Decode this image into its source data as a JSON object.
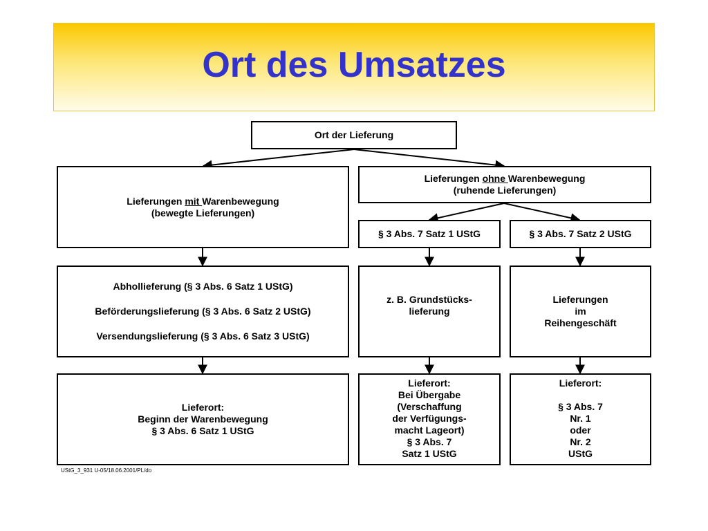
{
  "header": {
    "title": "Ort des Umsatzes"
  },
  "diagram": {
    "root": {
      "label": "Ort der Lieferung"
    },
    "left_branch": {
      "label_pre": "Lieferungen ",
      "label_emph": "mit ",
      "label_post": "Warenbewegung",
      "label_line2": "(bewegte Lieferungen)",
      "types": [
        "Abhollieferung (§ 3 Abs. 6 Satz 1 UStG)",
        "Beförderungslieferung (§ 3 Abs. 6 Satz 2 UStG)",
        "Versendungslieferung (§ 3 Abs. 6 Satz 3 UStG)"
      ],
      "lieferort": [
        "Lieferort:",
        "Beginn der Warenbewegung",
        "§ 3 Abs. 6 Satz 1 UStG"
      ]
    },
    "right_branch": {
      "label_pre": "Lieferungen ",
      "label_emph": "ohne ",
      "label_post": "Warenbewegung",
      "label_line2": "(ruhende Lieferungen)",
      "sub1": {
        "label": "§ 3 Abs. 7 Satz 1 UStG",
        "example": [
          "z. B. Grundstücks-",
          "lieferung"
        ],
        "lieferort": [
          "Lieferort:",
          "Bei Übergabe",
          "(Verschaffung",
          "der Verfügungs-",
          "macht Lageort)",
          "§ 3 Abs. 7",
          "Satz 1 UStG"
        ]
      },
      "sub2": {
        "label": "§ 3 Abs. 7 Satz 2 UStG",
        "example": [
          "Lieferungen",
          "im",
          "Reihengeschäft"
        ],
        "lieferort": [
          "Lieferort:",
          "",
          "§ 3 Abs. 7",
          "Nr. 1",
          "oder",
          "Nr. 2",
          "UStG"
        ]
      }
    }
  },
  "footer": {
    "note": "UStG_3_931 U-05/18.06.2001/PL/do"
  }
}
